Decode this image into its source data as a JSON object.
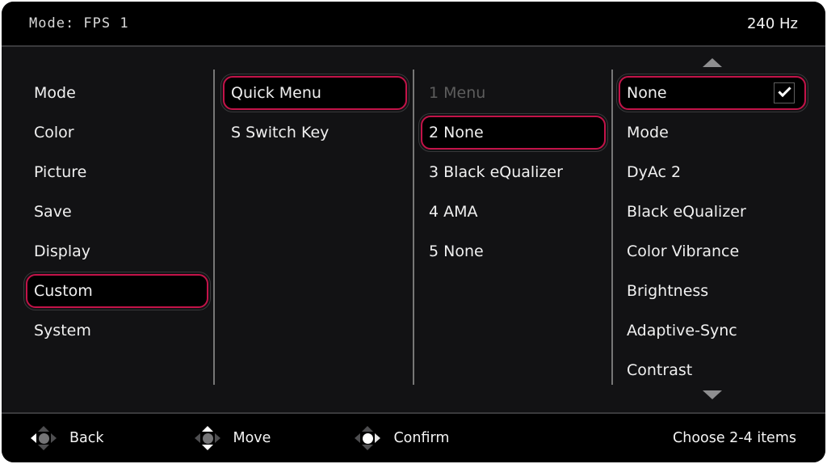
{
  "colors": {
    "accent": "#c31349",
    "panel_bg": "#121214",
    "bar_bg": "#000000",
    "text": "#f0f0f0",
    "disabled_text": "#5d5d5d",
    "divider": "#767676"
  },
  "header": {
    "title": "Mode: FPS 1",
    "refresh_rate": "240 Hz"
  },
  "menu": {
    "items": [
      {
        "label": "Mode",
        "selected": false
      },
      {
        "label": "Color",
        "selected": false
      },
      {
        "label": "Picture",
        "selected": false
      },
      {
        "label": "Save",
        "selected": false
      },
      {
        "label": "Display",
        "selected": false
      },
      {
        "label": "Custom",
        "selected": true
      },
      {
        "label": "System",
        "selected": false
      }
    ]
  },
  "submenu": {
    "items": [
      {
        "label": "Quick Menu",
        "selected": true
      },
      {
        "label": "S Switch Key",
        "selected": false
      }
    ]
  },
  "quick_slots": {
    "items": [
      {
        "label": "1 Menu",
        "disabled": true,
        "selected": false
      },
      {
        "label": "2 None",
        "disabled": false,
        "selected": true
      },
      {
        "label": "3 Black eQualizer",
        "disabled": false,
        "selected": false
      },
      {
        "label": "4 AMA",
        "disabled": false,
        "selected": false
      },
      {
        "label": "5 None",
        "disabled": false,
        "selected": false
      }
    ]
  },
  "options": {
    "scrollable": true,
    "items": [
      {
        "label": "None",
        "selected": true,
        "checked": true
      },
      {
        "label": "Mode",
        "selected": false,
        "checked": false
      },
      {
        "label": "DyAc 2",
        "selected": false,
        "checked": false
      },
      {
        "label": "Black eQualizer",
        "selected": false,
        "checked": false
      },
      {
        "label": "Color Vibrance",
        "selected": false,
        "checked": false
      },
      {
        "label": "Brightness",
        "selected": false,
        "checked": false
      },
      {
        "label": "Adaptive-Sync",
        "selected": false,
        "checked": false
      },
      {
        "label": "Contrast",
        "selected": false,
        "checked": false
      }
    ]
  },
  "footer": {
    "back_label": "Back",
    "move_label": "Move",
    "confirm_label": "Confirm",
    "hint": "Choose 2-4 items"
  }
}
